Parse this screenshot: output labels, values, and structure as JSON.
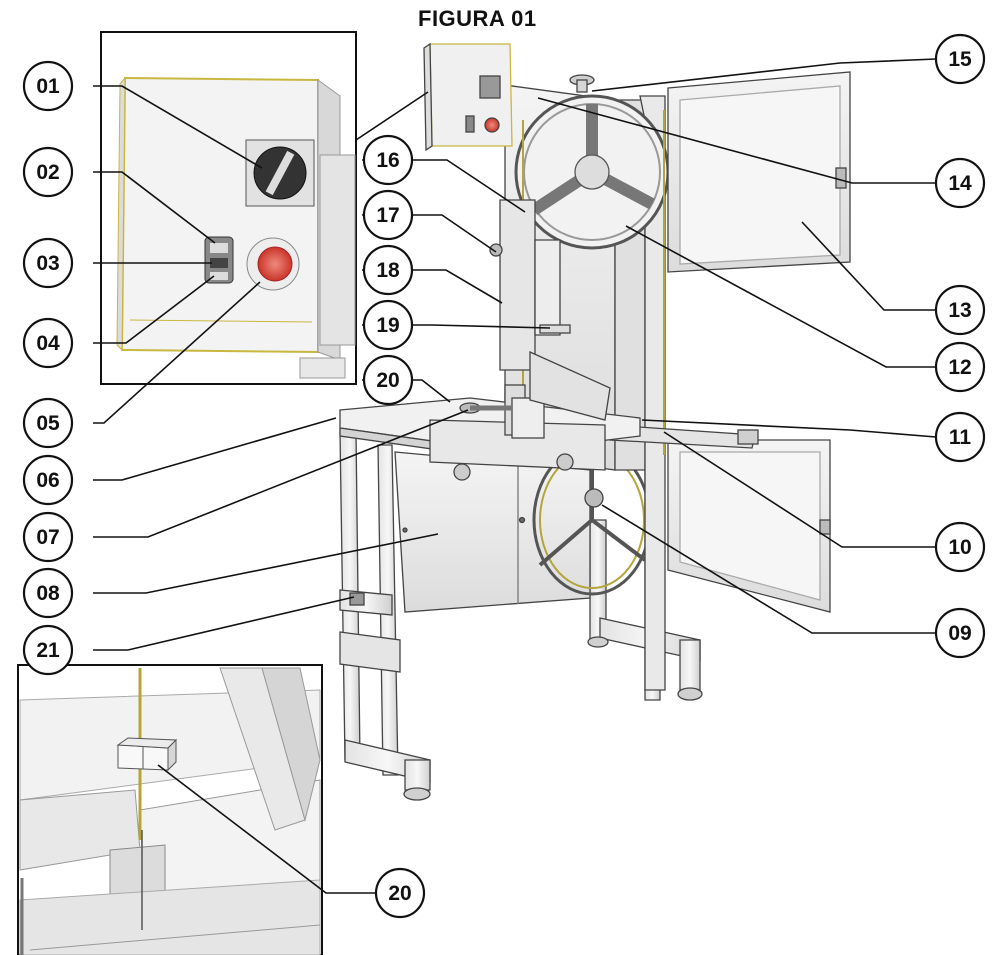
{
  "figure": {
    "title": "FIGURA 01"
  },
  "callouts": {
    "c01": "01",
    "c02": "02",
    "c03": "03",
    "c04": "04",
    "c05": "05",
    "c06": "06",
    "c07": "07",
    "c08": "08",
    "c09": "09",
    "c10": "10",
    "c11": "11",
    "c12": "12",
    "c13": "13",
    "c14": "14",
    "c15": "15",
    "c16": "16",
    "c17": "17",
    "c18": "18",
    "c19": "19",
    "c20": "20",
    "c21": "21",
    "c20b": "20"
  },
  "colors": {
    "line": "#111111",
    "metal_light": "#f0f0f0",
    "metal_mid": "#d9d9d9",
    "metal_dark": "#b9b9b9",
    "panel_outline": "#c9b740",
    "stop_button": "#d9483b"
  }
}
